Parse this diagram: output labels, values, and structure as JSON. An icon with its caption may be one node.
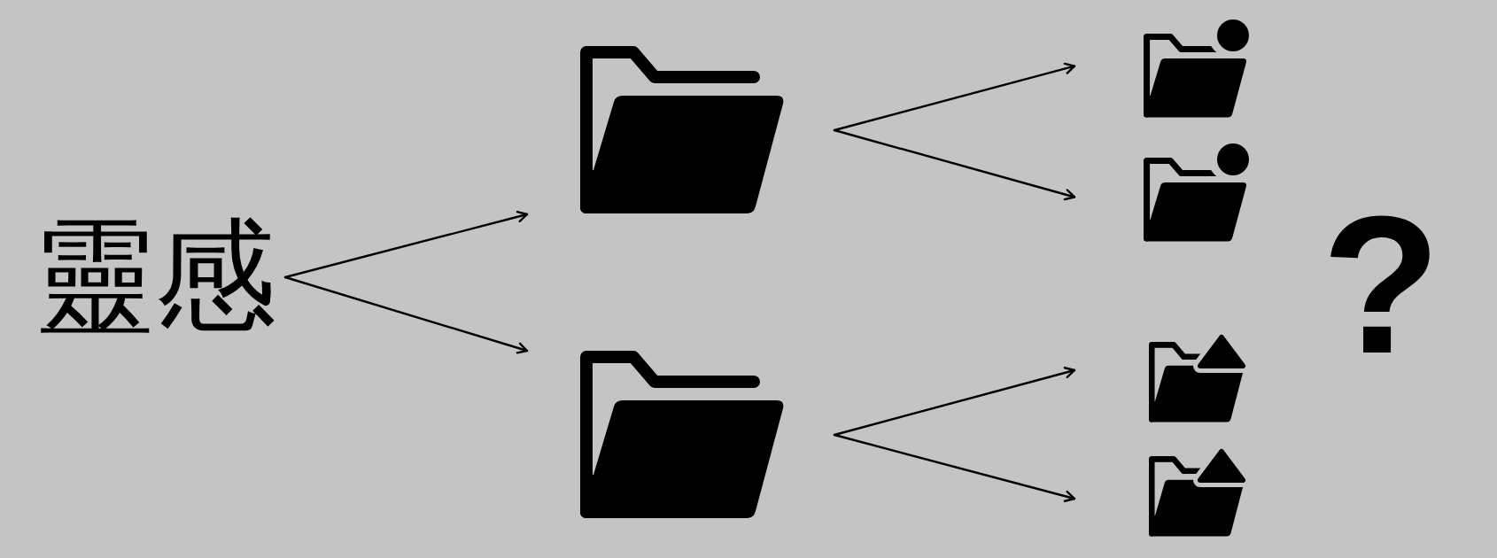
{
  "diagram": {
    "nodes": [
      {
        "text": [
          "靈感"
        ]
      },
      {
        "text": [],
        "shape": "folder"
      },
      {
        "text": [],
        "shape": "folder"
      },
      {
        "text": [],
        "shape": "folder"
      },
      {
        "text": [],
        "shape": "folder"
      },
      {
        "text": [],
        "shape": "folder"
      },
      {
        "text": [],
        "shape": "folder"
      }
    ],
    "edges": [
      {
        "from": 0,
        "to": 1,
        "arrow": "to"
      },
      {
        "from": 0,
        "to": 2,
        "arrow": "to"
      },
      {
        "from": 1,
        "to": 3,
        "arrow": "to"
      },
      {
        "from": 1,
        "to": 4,
        "arrow": "to"
      },
      {
        "from": 2,
        "to": 5,
        "arrow": "to"
      },
      {
        "from": 2,
        "to": 6,
        "arrow": "to"
      }
    ],
    "labels": [
      "?"
    ]
  }
}
